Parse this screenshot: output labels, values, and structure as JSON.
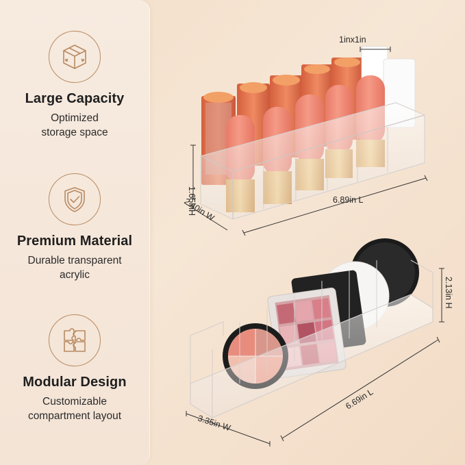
{
  "features": [
    {
      "title": "Large Capacity",
      "desc_line1": "Optimized",
      "desc_line2": "storage space",
      "icon": "box-icon"
    },
    {
      "title": "Premium Material",
      "desc_line1": "Durable transparent",
      "desc_line2": "acrylic",
      "icon": "shield-check-icon"
    },
    {
      "title": "Modular Design",
      "desc_line1": "Customizable",
      "desc_line2": "compartment layout",
      "icon": "puzzle-icon"
    }
  ],
  "dimensions": {
    "lipstick_slot": "1inx1in",
    "lipstick_height": "1.65inH",
    "lipstick_width": "2.40in W",
    "lipstick_length": "6.89in L",
    "compact_height": "2.13in H",
    "compact_length": "6.69in L",
    "compact_width": "3.35in W"
  },
  "colors": {
    "accent": "#b88a62",
    "lipstick": "#ef8d7d",
    "lipstick_case": "#e9734a",
    "gold": "#e7b86a"
  }
}
